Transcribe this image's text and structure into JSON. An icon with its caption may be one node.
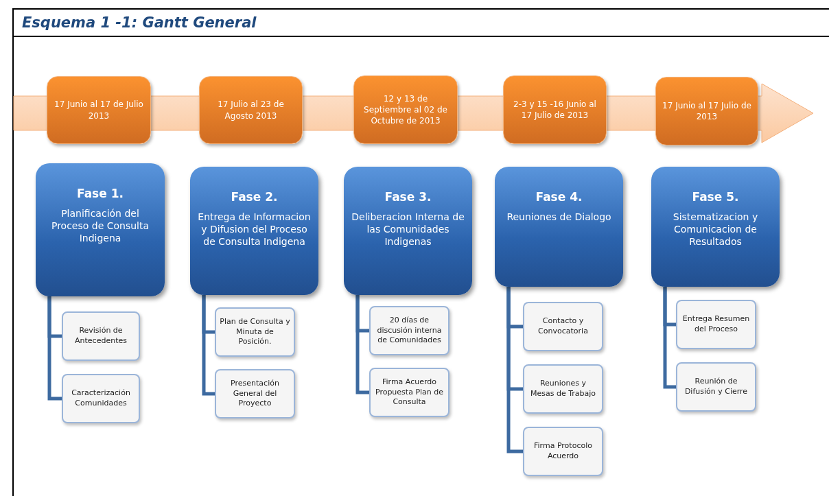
{
  "diagram": {
    "title": "Esquema 1 -1: Gantt General",
    "nodes": [
      {
        "text": [
          "17 Junio al 17 de Julio 2013"
        ]
      },
      {
        "text": [
          "17 Julio al 23 de Agosto 2013"
        ]
      },
      {
        "text": [
          "12 y 13 de Septiembre al 02 de Octubre de 2013"
        ]
      },
      {
        "text": [
          "2-3 y 15 -16 Junio al 17 Julio de 2013"
        ]
      },
      {
        "text": [
          "17 Junio al 17 Julio de 2013"
        ]
      },
      {
        "text": [
          "Fase 1.",
          "Planificación del Proceso de Consulta Indigena"
        ]
      },
      {
        "text": [
          "Fase 2.",
          "Entrega de Informacion y Difusion del Proceso de Consulta Indigena"
        ]
      },
      {
        "text": [
          "Fase 3.",
          "Deliberacion Interna de las Comunidades Indigenas"
        ]
      },
      {
        "text": [
          "Fase 4.",
          "Reuniones de Dialogo"
        ]
      },
      {
        "text": [
          "Fase 5.",
          "Sistematizacion y Comunicacion de Resultados"
        ]
      },
      {
        "text": [
          "Revisión de Antecedentes"
        ]
      },
      {
        "text": [
          "Caracterización Comunidades"
        ]
      },
      {
        "text": [
          "Plan de Consulta y Minuta de Posición."
        ]
      },
      {
        "text": [
          "Presentación General del Proyecto"
        ]
      },
      {
        "text": [
          "20 días de discusión interna de Comunidades"
        ]
      },
      {
        "text": [
          "Firma Acuerdo Propuesta Plan de Consulta"
        ]
      },
      {
        "text": [
          "Contacto y Convocatoria"
        ]
      },
      {
        "text": [
          "Reuniones y Mesas de Trabajo"
        ]
      },
      {
        "text": [
          "Firma Protocolo Acuerdo"
        ]
      },
      {
        "text": [
          "Entrega Resumen del Proceso"
        ]
      },
      {
        "text": [
          "Reunión de Difusión y Cierre"
        ]
      }
    ],
    "edges": [
      {
        "from": 5,
        "to": 10,
        "arrow": "none"
      },
      {
        "from": 5,
        "to": 11,
        "arrow": "none"
      },
      {
        "from": 6,
        "to": 12,
        "arrow": "none"
      },
      {
        "from": 6,
        "to": 13,
        "arrow": "none"
      },
      {
        "from": 7,
        "to": 14,
        "arrow": "none"
      },
      {
        "from": 7,
        "to": 15,
        "arrow": "none"
      },
      {
        "from": 8,
        "to": 16,
        "arrow": "none"
      },
      {
        "from": 8,
        "to": 17,
        "arrow": "none"
      },
      {
        "from": 8,
        "to": 18,
        "arrow": "none"
      },
      {
        "from": 9,
        "to": 19,
        "arrow": "none"
      },
      {
        "from": 9,
        "to": 20,
        "arrow": "none"
      }
    ]
  }
}
